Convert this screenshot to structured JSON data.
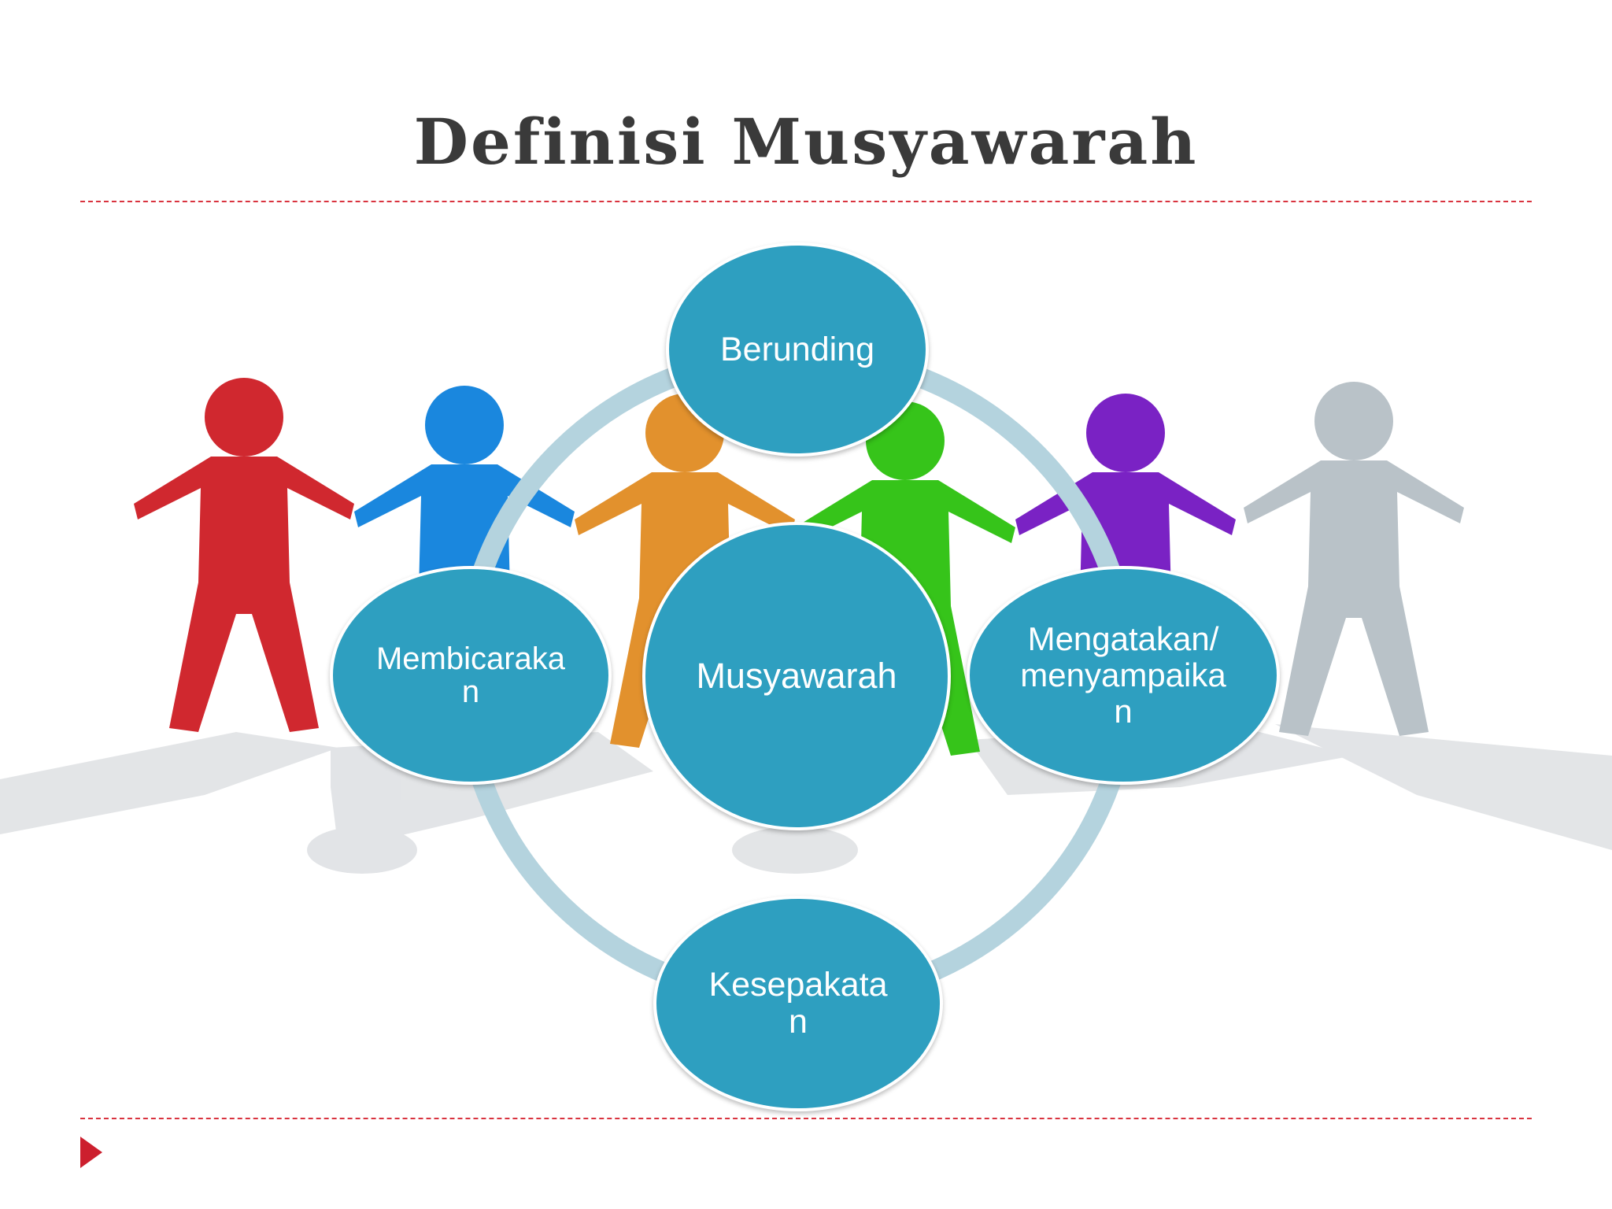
{
  "title": "Definisi Musyawarah",
  "diagram": {
    "center": "Musyawarah",
    "top": "Berunding",
    "left": "Membicarakan",
    "right": "Mengatakan/ menyampaikan",
    "bottom": "Kesepakatan"
  },
  "colors": {
    "node_fill": "#2e9fc0",
    "ring": "#b4d3de",
    "divider": "#d9333f",
    "bullet": "#cc1f2e",
    "figures": [
      "#d0282f",
      "#1a87de",
      "#e2912d",
      "#36c41a",
      "#7a22c4",
      "#b9c2c8"
    ]
  },
  "icons": {
    "bullet": "red-triangle-bullet",
    "background": "paper-people-holding-hands"
  }
}
